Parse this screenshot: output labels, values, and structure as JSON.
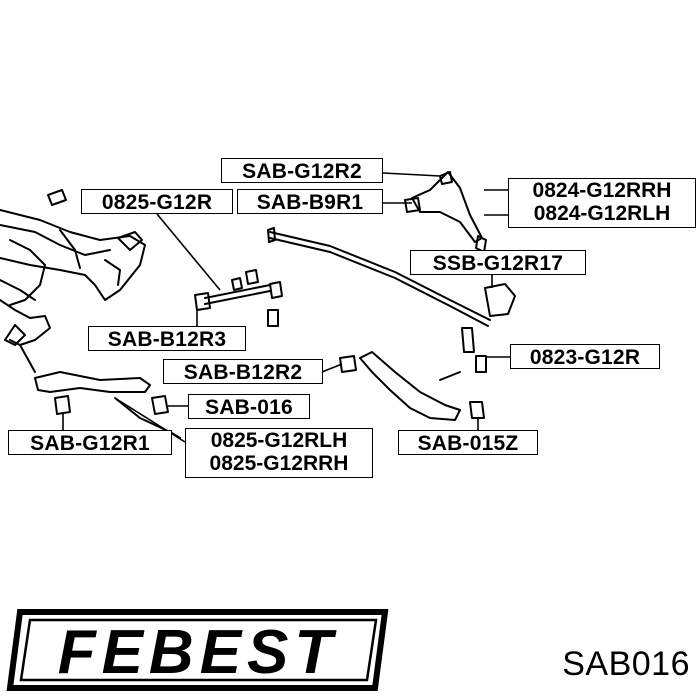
{
  "labels": {
    "sab_g12r2": "SAB-G12R2",
    "c0825_g12r": "0825-G12R",
    "sab_b9r1": "SAB-B9R1",
    "c0824_g12rrh": "0824-G12RRH",
    "c0824_g12rlh": "0824-G12RLH",
    "ssb_g12r17": "SSB-G12R17",
    "sab_b12r3": "SAB-B12R3",
    "sab_b12r2": "SAB-B12R2",
    "c0823_g12r": "0823-G12R",
    "sab_016": "SAB-016",
    "sab_g12r1": "SAB-G12R1",
    "c0825_g12rlh": "0825-G12RLH",
    "c0825_g12rrh": "0825-G12RRH",
    "sab_015z": "SAB-015Z"
  },
  "brand": {
    "logo_text": "FEBEST"
  },
  "part_number": "SAB016"
}
